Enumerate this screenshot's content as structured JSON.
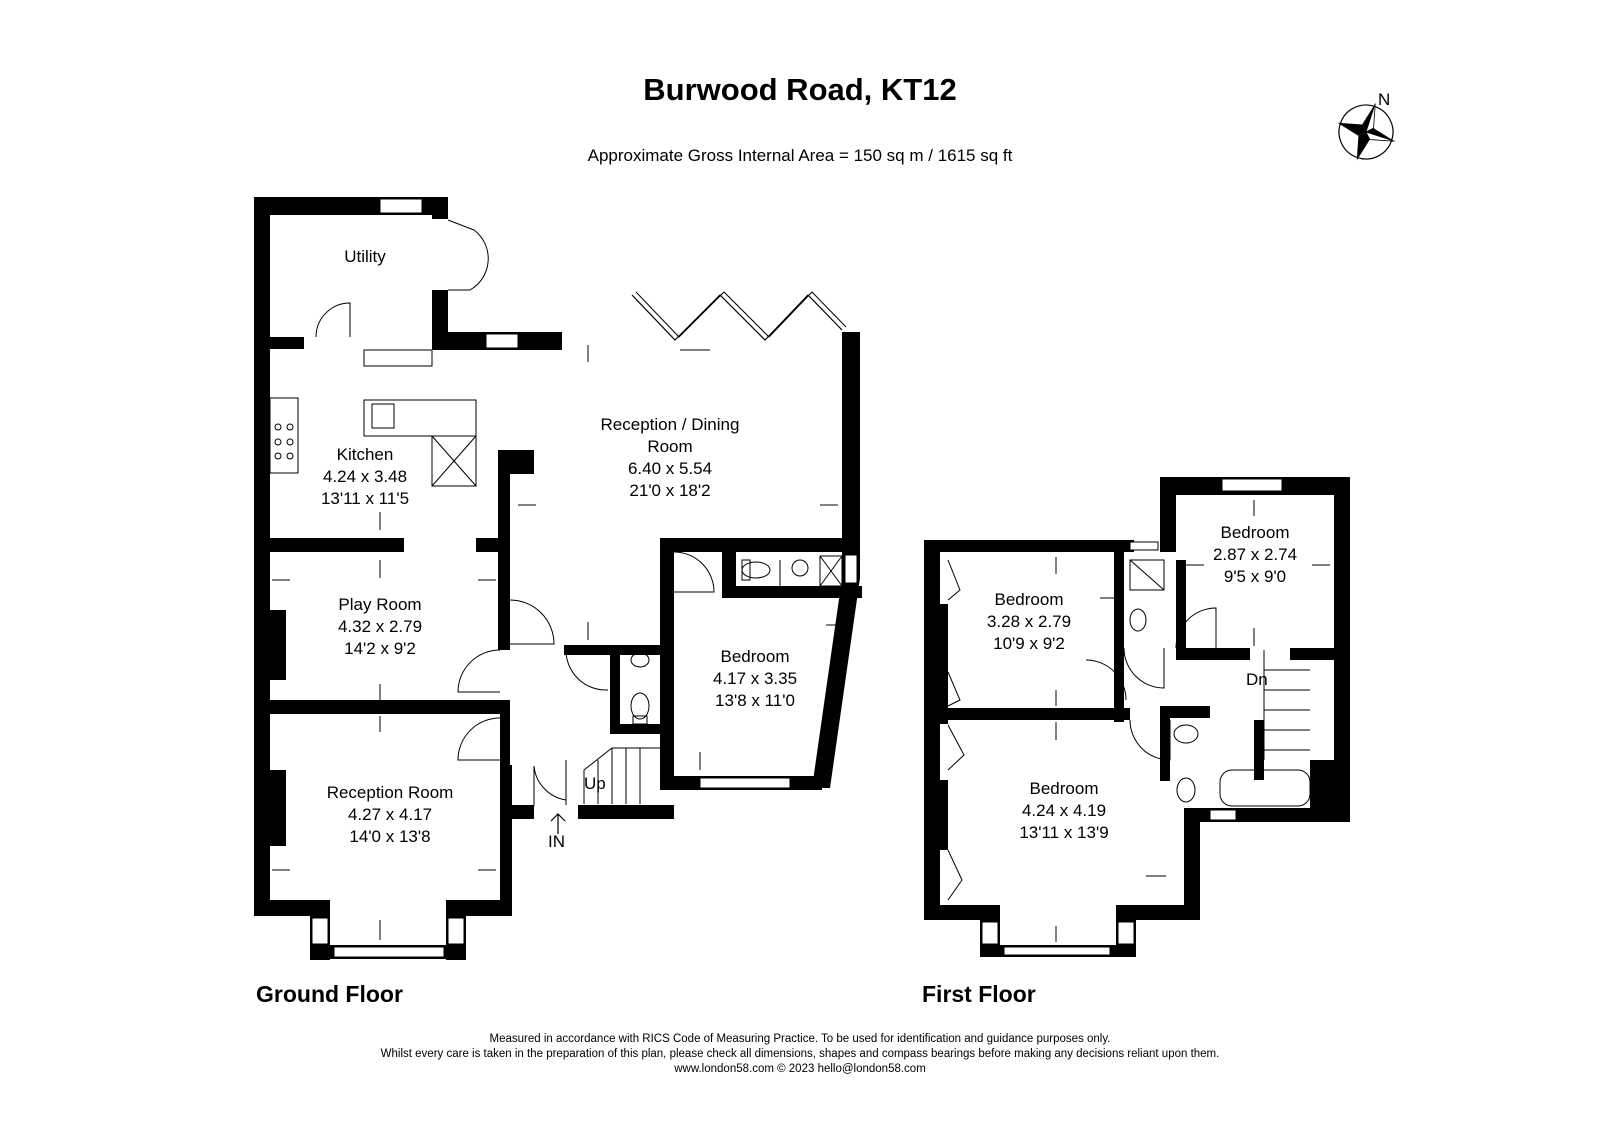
{
  "title": "Burwood Road, KT12",
  "subtitle": "Approximate Gross Internal Area = 150 sq m / 1615 sq ft",
  "compass": "N",
  "floors": {
    "ground": "Ground Floor",
    "first": "First Floor"
  },
  "rooms": {
    "utility": {
      "name": "Utility"
    },
    "kitchen": {
      "name": "Kitchen",
      "metric": "4.24 x 3.48",
      "imperial": "13'11 x 11'5"
    },
    "reception_dining": {
      "name": "Reception / Dining",
      "name2": "Room",
      "metric": "6.40 x 5.54",
      "imperial": "21'0 x 18'2"
    },
    "play_room": {
      "name": "Play Room",
      "metric": "4.32 x 2.79",
      "imperial": "14'2 x 9'2"
    },
    "ground_bedroom": {
      "name": "Bedroom",
      "metric": "4.17 x 3.35",
      "imperial": "13'8 x 11'0"
    },
    "reception_room": {
      "name": "Reception Room",
      "metric": "4.27 x 4.17",
      "imperial": "14'0 x 13'8"
    },
    "bedroom_2": {
      "name": "Bedroom",
      "metric": "3.28 x 2.79",
      "imperial": "10'9 x 9'2"
    },
    "bedroom_3": {
      "name": "Bedroom",
      "metric": "2.87 x 2.74",
      "imperial": "9'5 x 9'0"
    },
    "bedroom_1": {
      "name": "Bedroom",
      "metric": "4.24 x 4.19",
      "imperial": "13'11 x 13'9"
    }
  },
  "markers": {
    "up": "Up",
    "down": "Dn",
    "entrance": "IN"
  },
  "footer": {
    "line1": "Measured in accordance with RICS Code of Measuring Practice. To be used for identification and guidance purposes only.",
    "line2": "Whilst every care is taken in the preparation of this plan, please check all dimensions, shapes and compass bearings before making any decisions reliant upon them.",
    "line3": "www.london58.com © 2023 hello@london58.com"
  }
}
